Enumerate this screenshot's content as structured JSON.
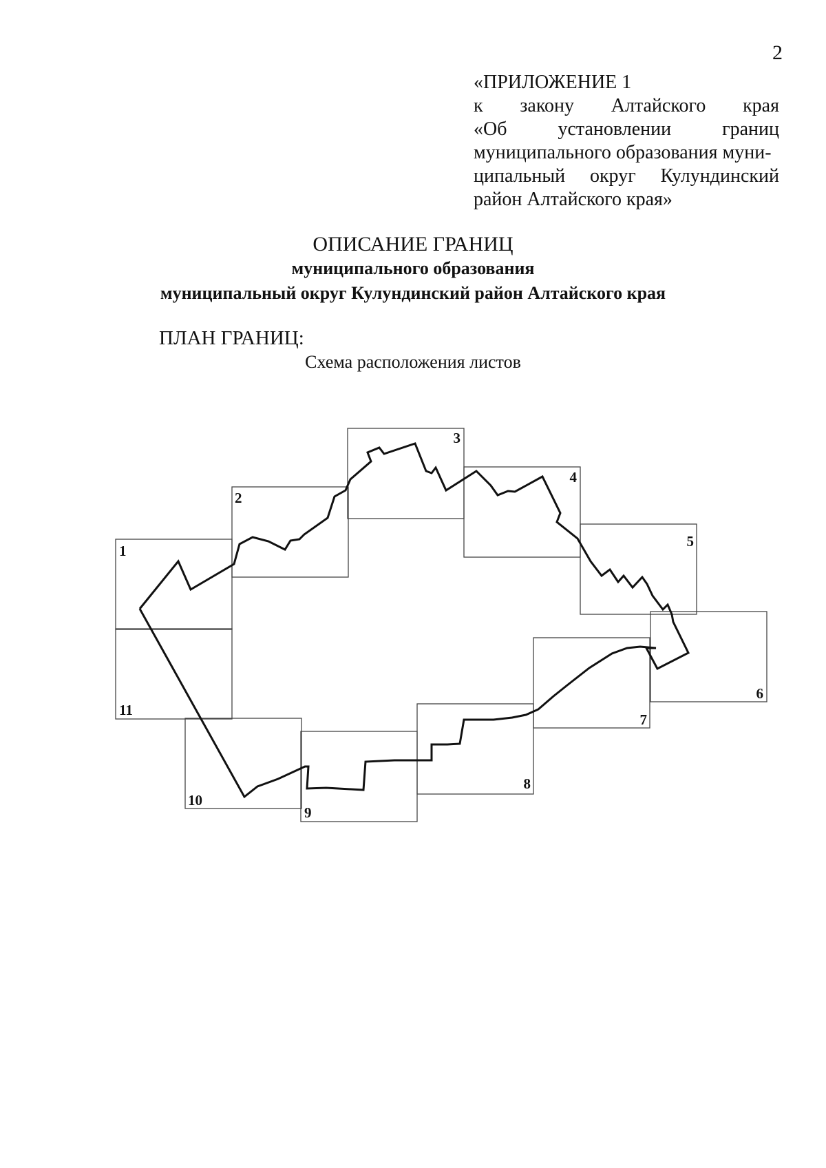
{
  "page_number": "2",
  "appendix": {
    "line1": "«ПРИЛОЖЕНИЕ 1",
    "line2_words": [
      "к",
      "закону",
      "Алтайского",
      "края"
    ],
    "line3_words": [
      "«Об",
      "установлении",
      "границ"
    ],
    "line4": "муниципального образования муни-",
    "line5_words": [
      "ципальный",
      "округ",
      "Кулундинский"
    ],
    "line6": "район Алтайского края»"
  },
  "title": {
    "main": "ОПИСАНИЕ ГРАНИЦ",
    "sub1": "муниципального образования",
    "sub2": "муниципальный округ Кулундинский район Алтайского края"
  },
  "plan_label": "ПЛАН ГРАНИЦ:",
  "scheme": {
    "caption": "Схема расположения листов",
    "sheets": [
      {
        "id": "1",
        "label": "1"
      },
      {
        "id": "2",
        "label": "2"
      },
      {
        "id": "3",
        "label": "3"
      },
      {
        "id": "4",
        "label": "4"
      },
      {
        "id": "5",
        "label": "5"
      },
      {
        "id": "6",
        "label": "6"
      },
      {
        "id": "7",
        "label": "7"
      },
      {
        "id": "8",
        "label": "8"
      },
      {
        "id": "9",
        "label": "9"
      },
      {
        "id": "10",
        "label": "10"
      },
      {
        "id": "11",
        "label": "11"
      }
    ]
  }
}
